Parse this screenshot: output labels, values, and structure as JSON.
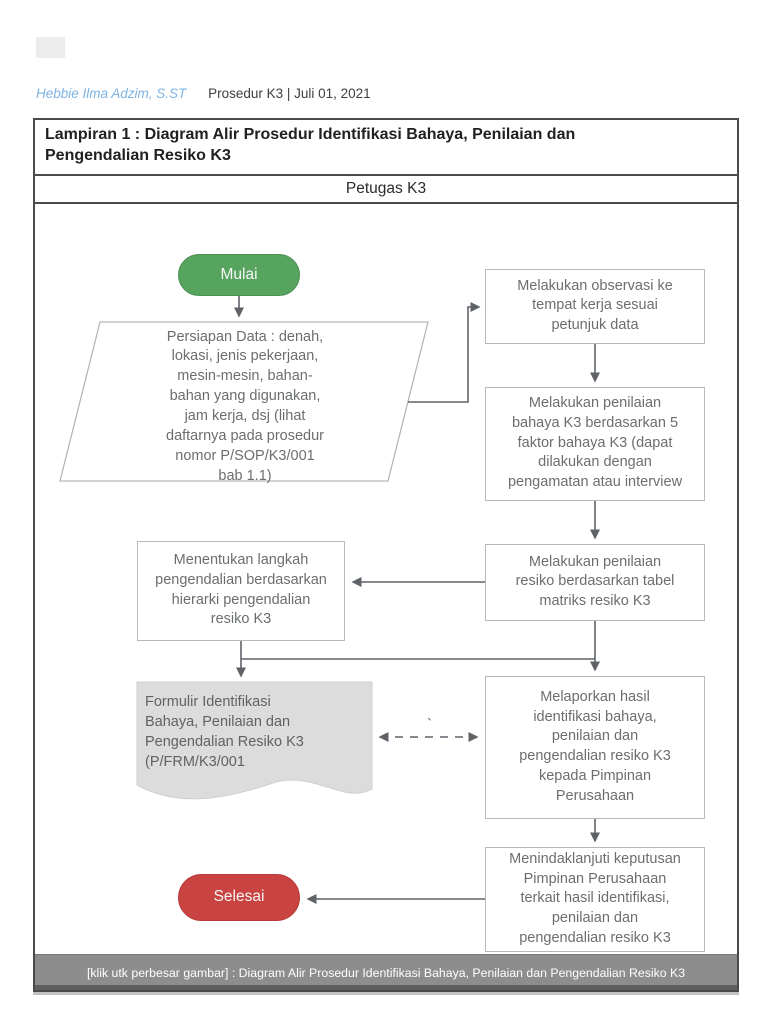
{
  "byline": {
    "author": "Hebbie Ilma Adzim, S.ST",
    "meta": "Prosedur K3 | Juli 01, 2021"
  },
  "diagram": {
    "title": "Lampiran 1 : Diagram Alir Prosedur Identifikasi Bahaya, Penilaian dan Pengendalian Resiko K3",
    "lane": "Petugas K3",
    "caption": "[klik utk perbesar gambar] : Diagram Alir Prosedur Identifikasi Bahaya, Penilaian dan Pengendalian Resiko K3",
    "stray_tick": "`",
    "nodes": {
      "start": "Mulai",
      "data_prep": "Persiapan Data : denah,\nlokasi, jenis pekerjaan,\nmesin-mesin, bahan-\nbahan yang digunakan,\njam kerja, dsj (lihat\ndaftarnya pada prosedur\nnomor P/SOP/K3/001\nbab 1.1)",
      "observe": "Melakukan observasi ke\ntempat kerja sesuai\npetunjuk data",
      "assess": "Melakukan penilaian\nbahaya K3 berdasarkan 5\nfaktor bahaya K3 (dapat\ndilakukan dengan\npengamatan atau interview",
      "risk": "Melakukan penilaian\nresiko berdasarkan tabel\nmatriks resiko K3",
      "control": "Menentukan langkah\npengendalian berdasarkan\nhierarki pengendalian\nresiko K3",
      "form": "Formulir Identifikasi\nBahaya, Penilaian dan\nPengendalian Resiko K3\n(P/FRM/K3/001",
      "report": "Melaporkan hasil\nidentifikasi bahaya,\npenilaian dan\npengendalian resiko K3\nkepada Pimpinan\nPerusahaan",
      "followup": "Menindaklanjuti keputusan\nPimpinan Perusahaan\nterkait hasil identifikasi,\npenilaian dan\npengendalian resiko K3",
      "end": "Selesai"
    },
    "colors": {
      "start_fill": "#57a45f",
      "end_fill": "#c94340",
      "form_fill": "#dcdcdc",
      "caption_bg": "#8d8d8d",
      "author_link": "#7db3e3",
      "line": "#5f6368"
    }
  }
}
